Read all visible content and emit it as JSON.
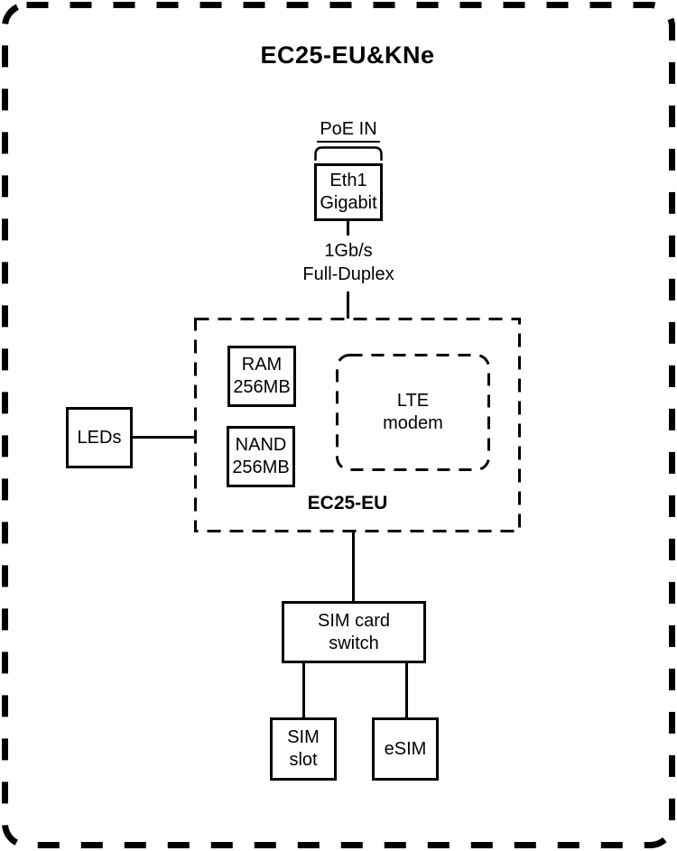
{
  "diagram": {
    "title": "EC25-EU&KNe",
    "poe": {
      "label": "PoE IN"
    },
    "eth1": {
      "lines": [
        "Eth1",
        "Gigabit"
      ]
    },
    "link": {
      "lines": [
        "1Gb/s",
        "Full-Duplex"
      ]
    },
    "module": {
      "label": "EC25-EU"
    },
    "ram": {
      "lines": [
        "RAM",
        "256MB"
      ]
    },
    "nand": {
      "lines": [
        "NAND",
        "256MB"
      ]
    },
    "lte": {
      "lines": [
        "LTE",
        "modem"
      ]
    },
    "leds": {
      "label": "LEDs"
    },
    "sim_switch": {
      "lines": [
        "SIM card",
        "switch"
      ]
    },
    "sim_slot": {
      "lines": [
        "SIM",
        "slot"
      ]
    },
    "esim": {
      "label": "eSIM"
    },
    "colors": {
      "stroke": "#000000",
      "background": "#ffffff",
      "text": "#000000"
    }
  }
}
